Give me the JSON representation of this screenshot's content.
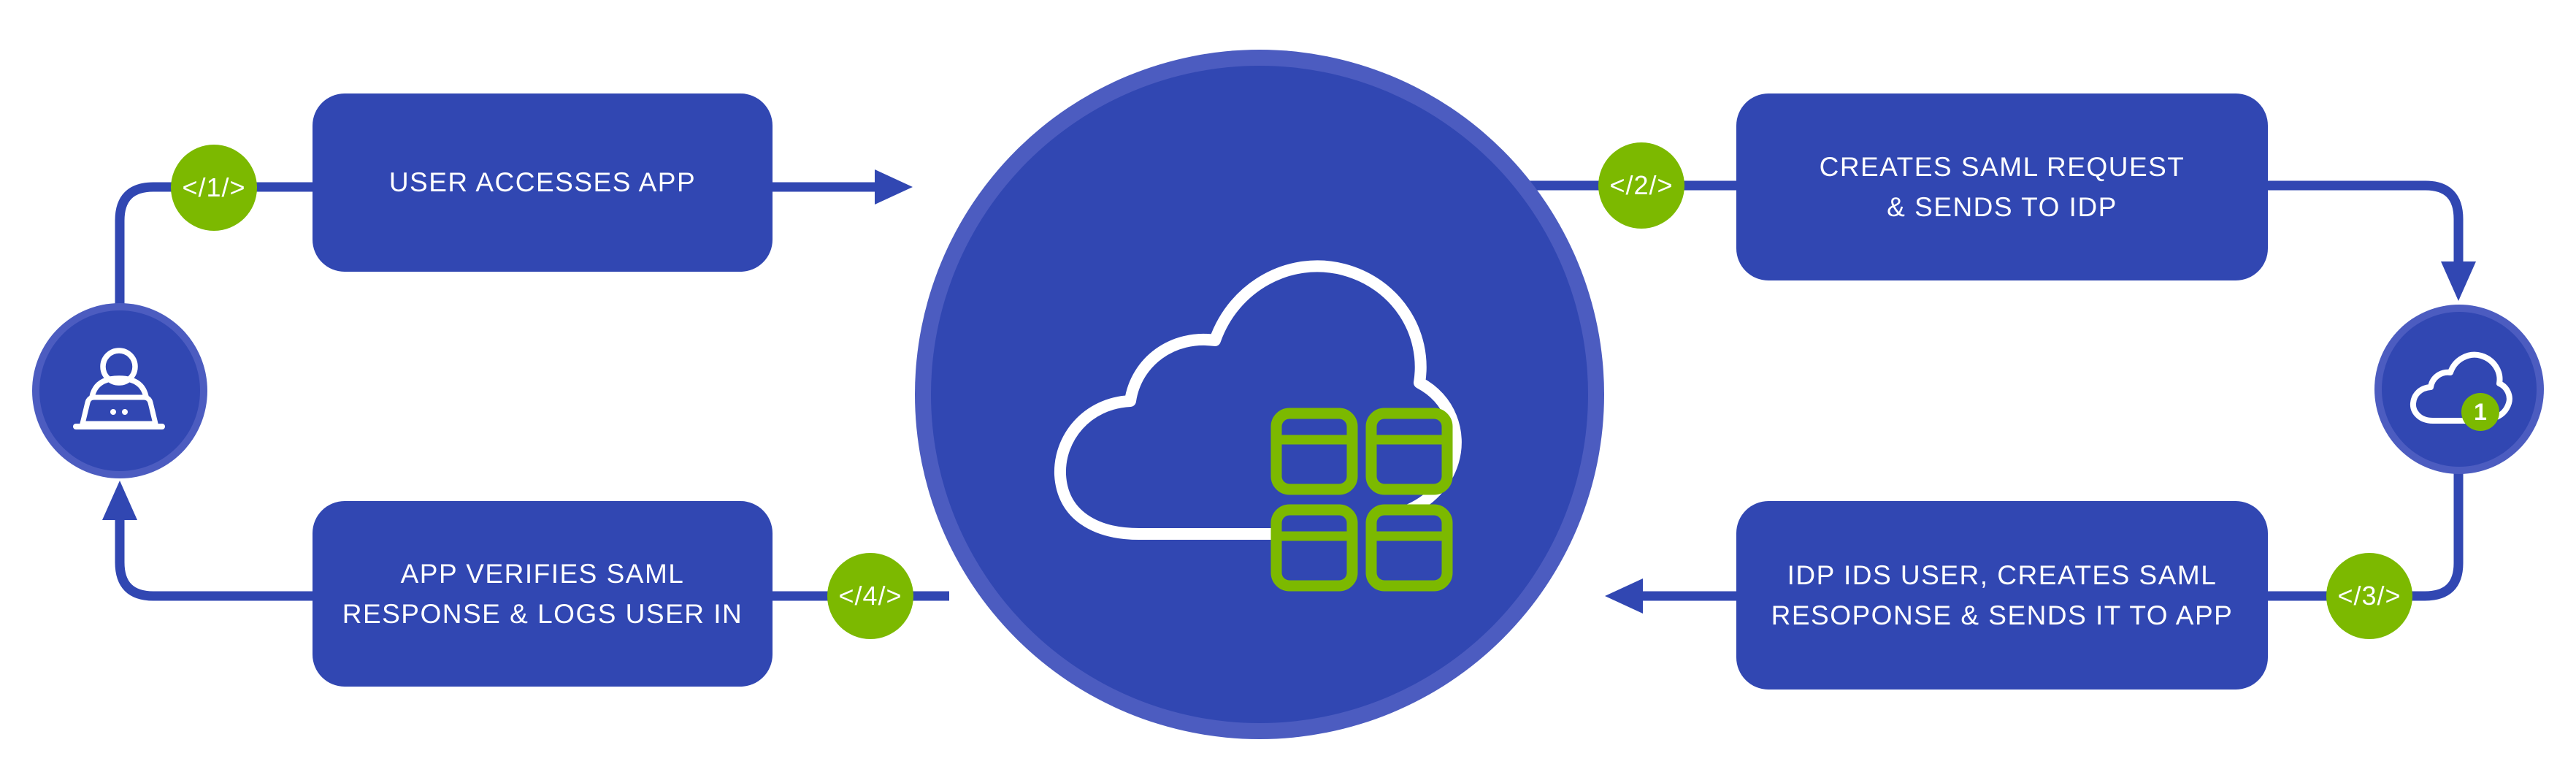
{
  "diagram": {
    "colors": {
      "blue": "#3147b2",
      "blue_rim": "#4c5cc0",
      "green": "#7cb900",
      "text": "#ffffff"
    },
    "nodes": {
      "user": {
        "icon": "person-at-laptop-icon"
      },
      "app": {
        "icon": "cloud-app-grid-icon"
      },
      "idp": {
        "icon": "cloud-icon",
        "badge": "1"
      }
    },
    "steps": [
      {
        "badge": "</1/>",
        "label": "USER ACCESSES APP"
      },
      {
        "badge": "</2/>",
        "label": "CREATES SAML REQUEST\n& SENDS TO IDP"
      },
      {
        "badge": "</3/>",
        "label": "IDP IDS USER, CREATES SAML\nRESOPONSE & SENDS IT TO APP"
      },
      {
        "badge": "</4/>",
        "label": "APP VERIFIES SAML\nRESPONSE & LOGS USER IN"
      }
    ]
  }
}
